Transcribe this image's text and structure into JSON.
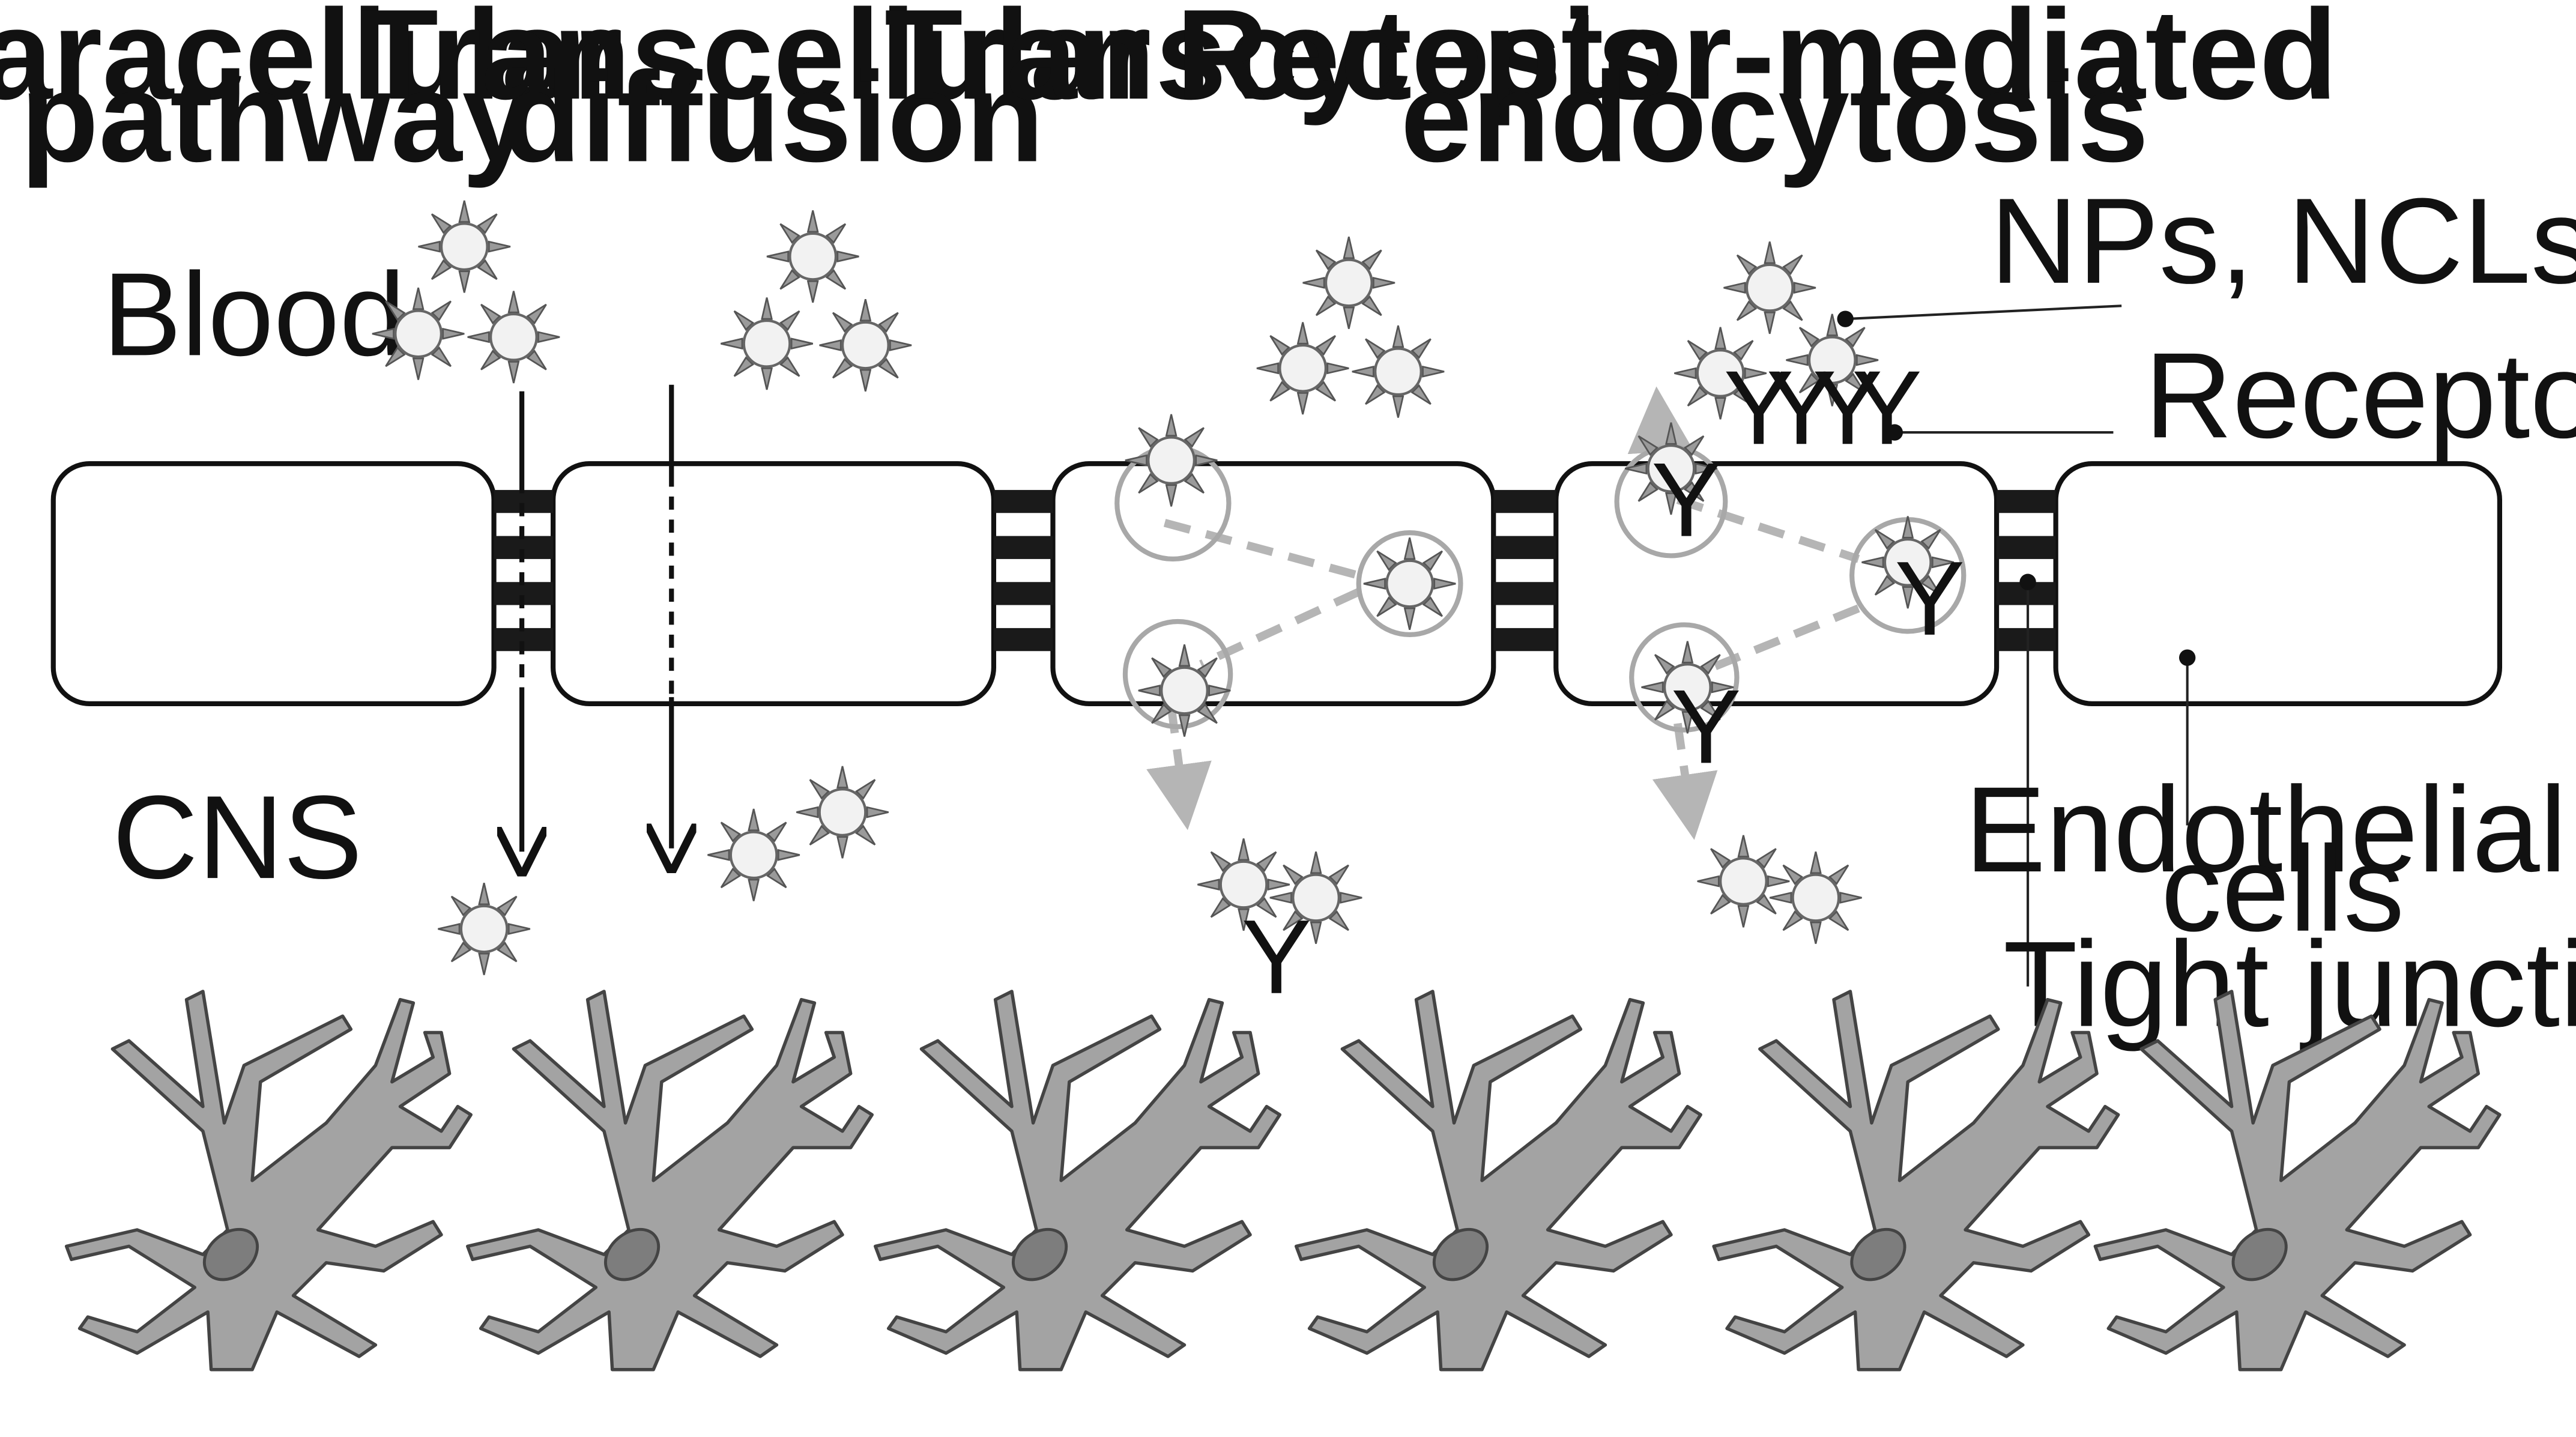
{
  "titles": {
    "paracellular": [
      "Paracellular",
      "pathway"
    ],
    "transcellular": [
      "Transcellular",
      "diffusion"
    ],
    "transcytosis": [
      "Transcytosis"
    ],
    "receptor": [
      "Receptor-mediated",
      "endocytosis"
    ]
  },
  "regions": {
    "blood": "Blood",
    "cns": "CNS"
  },
  "callouts": {
    "nps": "NPs, NCLs, or liposomes",
    "receptors": "Receptors",
    "endothelial": [
      "Endothelial",
      "cells"
    ],
    "tight_junction": "Tight junction"
  },
  "receptor_symbol": "Y",
  "colors": {
    "line": "#111111",
    "particle_fill": "#f2f2f2",
    "particle_spike": "#9a9a9a",
    "vesicle": "#a8a8a8",
    "trafficking_arrow": "#b5b5b5",
    "neuron_fill": "#a3a3a3",
    "nucleus_fill": "#7d7d7d"
  }
}
